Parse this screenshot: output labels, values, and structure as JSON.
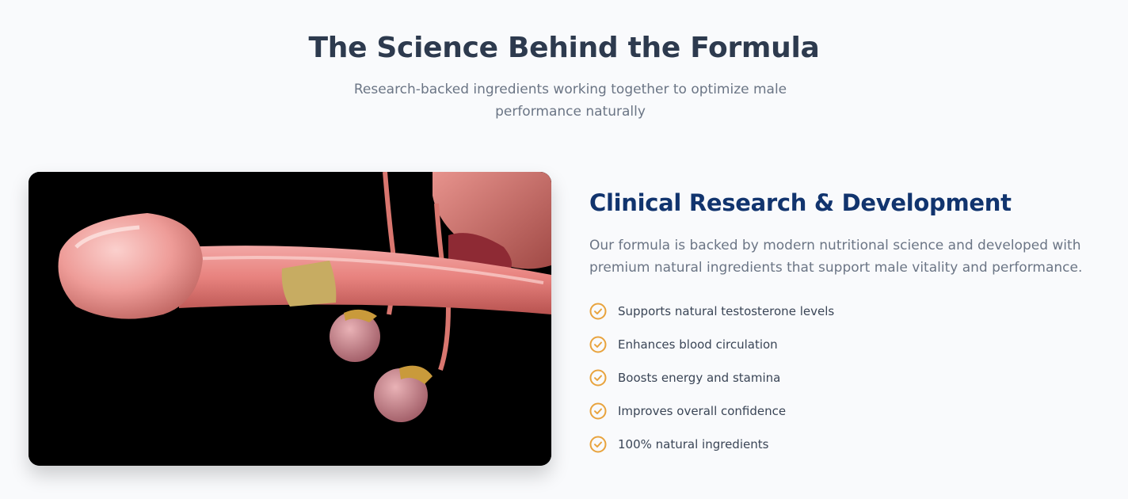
{
  "header": {
    "title": "The Science Behind the Formula",
    "subtitle": "Research-backed ingredients working together to optimize male performance naturally"
  },
  "media": {
    "icon": "anatomy-illustration",
    "background": "#000000"
  },
  "content": {
    "title": "Clinical Research & Development",
    "description": "Our formula is backed by modern nutritional science and developed with premium natural ingredients that support male vitality and performance.",
    "benefits": [
      "Supports natural testosterone levels",
      "Enhances blood circulation",
      "Boosts energy and stamina",
      "Improves overall confidence",
      "100% natural ingredients"
    ]
  },
  "colors": {
    "title": "#2d3a4e",
    "accent_heading": "#11346e",
    "check_icon": "#e8a33d",
    "muted_text": "#6b7585"
  },
  "icons": {
    "benefit": "check-circle-icon"
  }
}
